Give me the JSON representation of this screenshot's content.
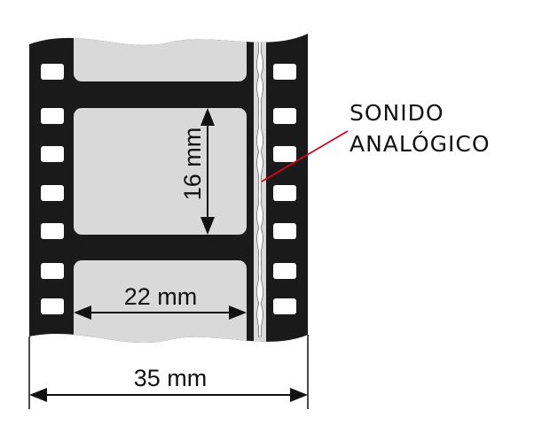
{
  "colors": {
    "film_base": "#1a1a1a",
    "frame": "#d9d9d9",
    "sprocket_hole": "#ffffff",
    "pointer_line": "#e0001b",
    "dimension_line": "#111111"
  },
  "dimensions": {
    "frame_height": "16 mm",
    "frame_width": "22 mm",
    "film_width": "35 mm"
  },
  "sound_track": {
    "label_line1": "SONIDO",
    "label_line2": "ANALÓGICO"
  },
  "icons": {
    "sprocket": "rounded-rectangle",
    "arrowhead": "filled-triangle"
  }
}
